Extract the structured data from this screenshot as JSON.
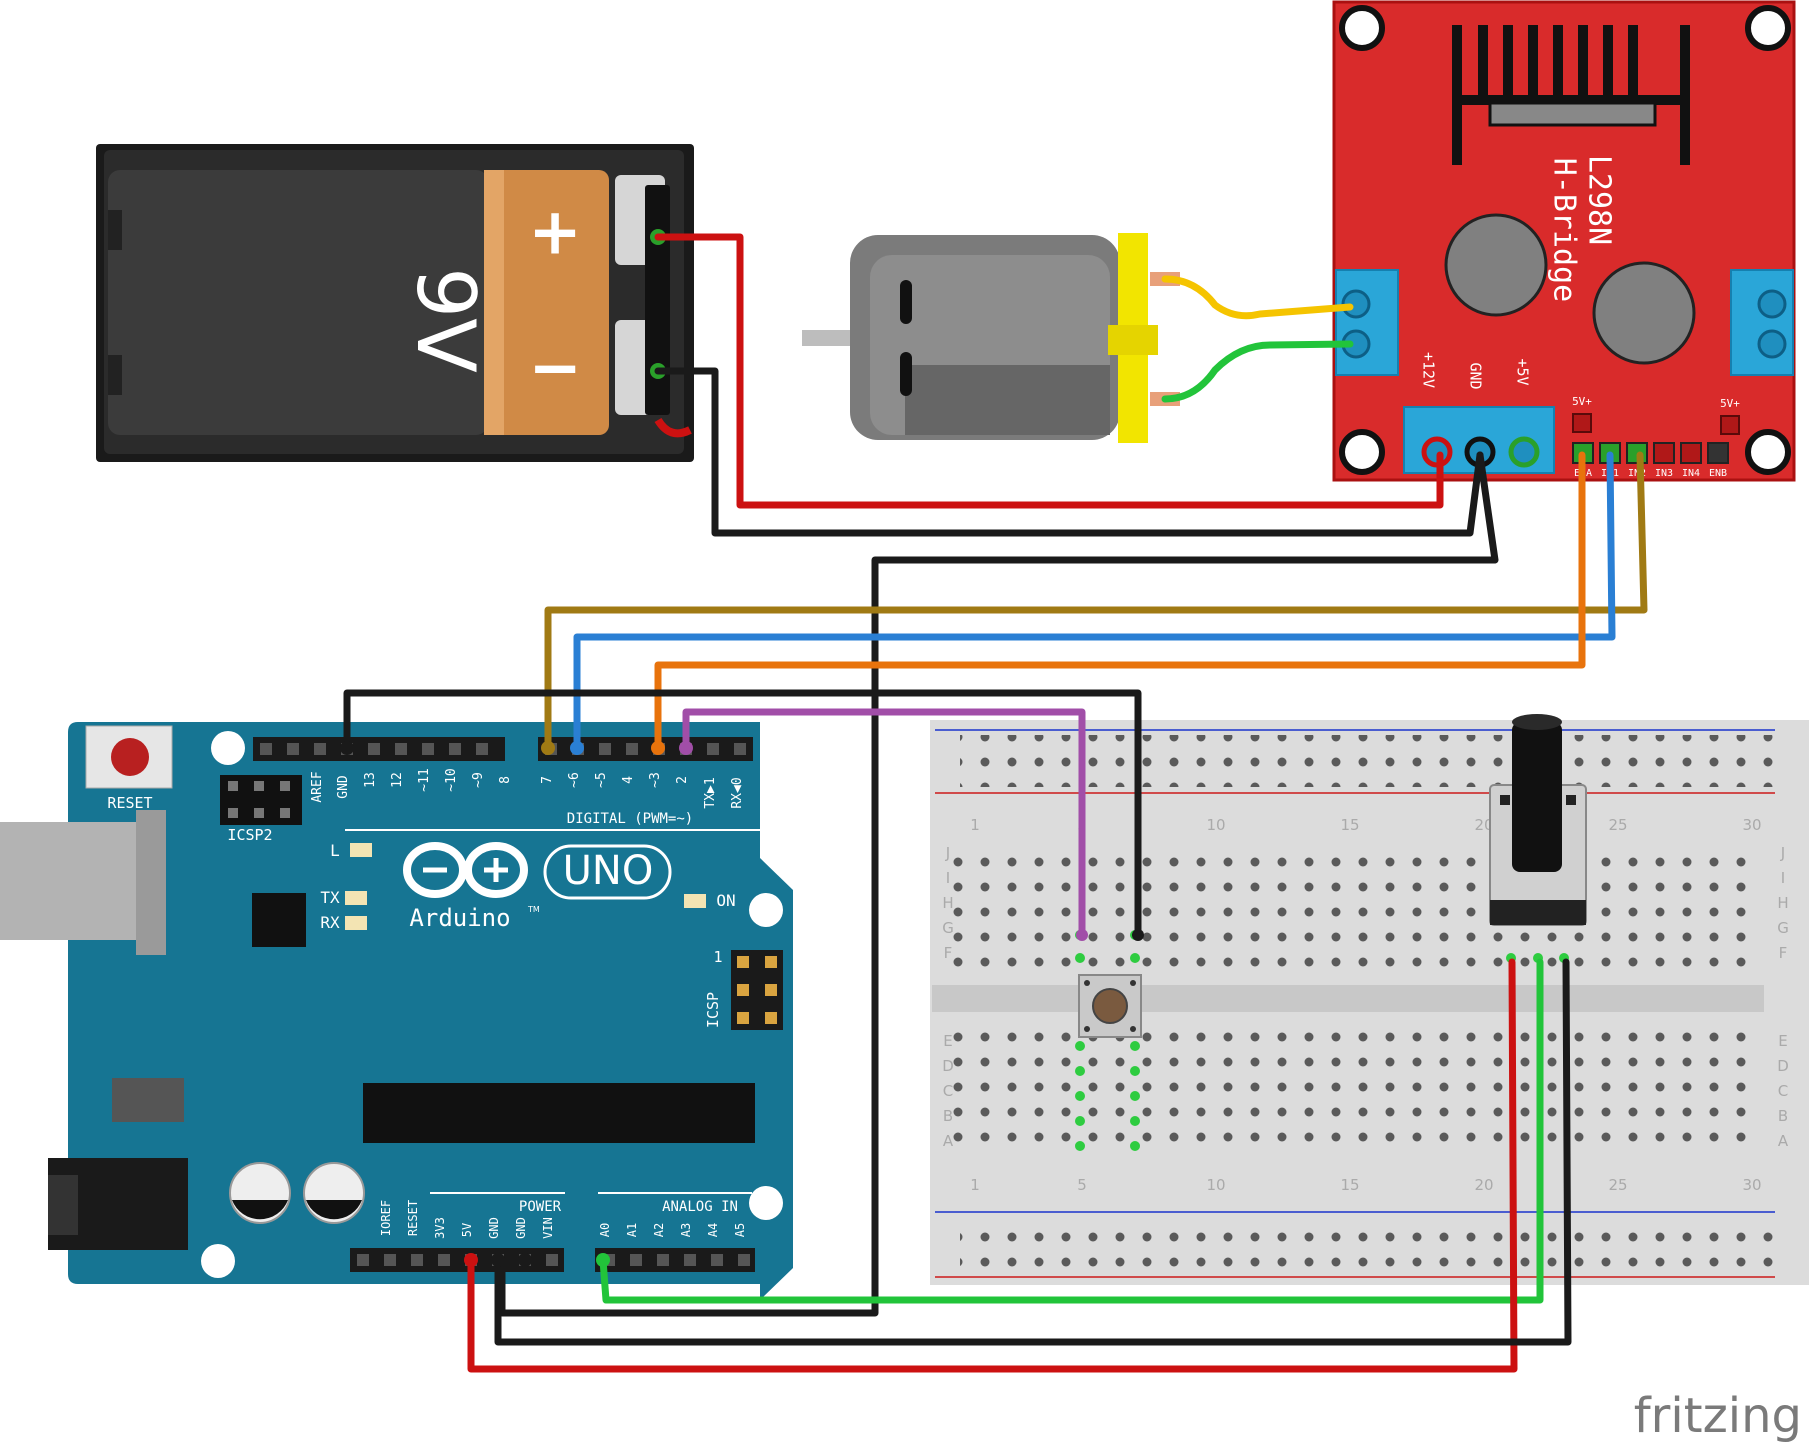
{
  "battery": {
    "label": "9V",
    "plus": "+",
    "minus": "−"
  },
  "hbridge": {
    "chip": "L298N",
    "name": "H-Bridge",
    "terminals": [
      "+12V",
      "GND",
      "+5V"
    ],
    "headers": [
      "ENA",
      "IN1",
      "IN2",
      "IN3",
      "IN4",
      "ENB"
    ],
    "jumper_left": "5V+",
    "jumper_right": "5V+"
  },
  "arduino": {
    "reset": "RESET",
    "icsp2": "ICSP2",
    "aref": "AREF",
    "gnd_top": "GND",
    "pins_left": [
      "13",
      "12",
      "~11",
      "~10",
      "~9",
      "8"
    ],
    "pins_right": [
      "7",
      "~6",
      "~5",
      "4",
      "~3",
      "2",
      "TX▶1",
      "RX◀0"
    ],
    "digital": "DIGITAL (PWM=~)",
    "led_l": "L",
    "tx": "TX",
    "rx": "RX",
    "on": "ON",
    "brand": "Arduino",
    "tm": "TM",
    "model": "UNO",
    "icsp": "ICSP",
    "icsp_pin1": "1",
    "power": "POWER",
    "power_pins": [
      "IOREF",
      "RESET",
      "3V3",
      "5V",
      "GND",
      "GND",
      "VIN"
    ],
    "analog": "ANALOG IN",
    "analog_pins": [
      "A0",
      "A1",
      "A2",
      "A3",
      "A4",
      "A5"
    ]
  },
  "breadboard": {
    "rows_top": [
      "J",
      "I",
      "H",
      "G",
      "F"
    ],
    "rows_bottom": [
      "E",
      "D",
      "C",
      "B",
      "A"
    ],
    "col_labels": [
      "1",
      "5",
      "10",
      "15",
      "20",
      "25",
      "30"
    ]
  },
  "watermark": "fritzing",
  "colors": {
    "wire_red": "#cc1111",
    "wire_black": "#1a1a1a",
    "wire_yellow": "#f5c400",
    "wire_green": "#22c43a",
    "wire_orange": "#e8730c",
    "wire_blue": "#2a7fd4",
    "wire_brown": "#a07a14",
    "wire_purple": "#a14ea8",
    "arduino_teal": "#167593",
    "hbridge_red": "#d92b2b",
    "terminal_blue": "#2aa6d8"
  }
}
